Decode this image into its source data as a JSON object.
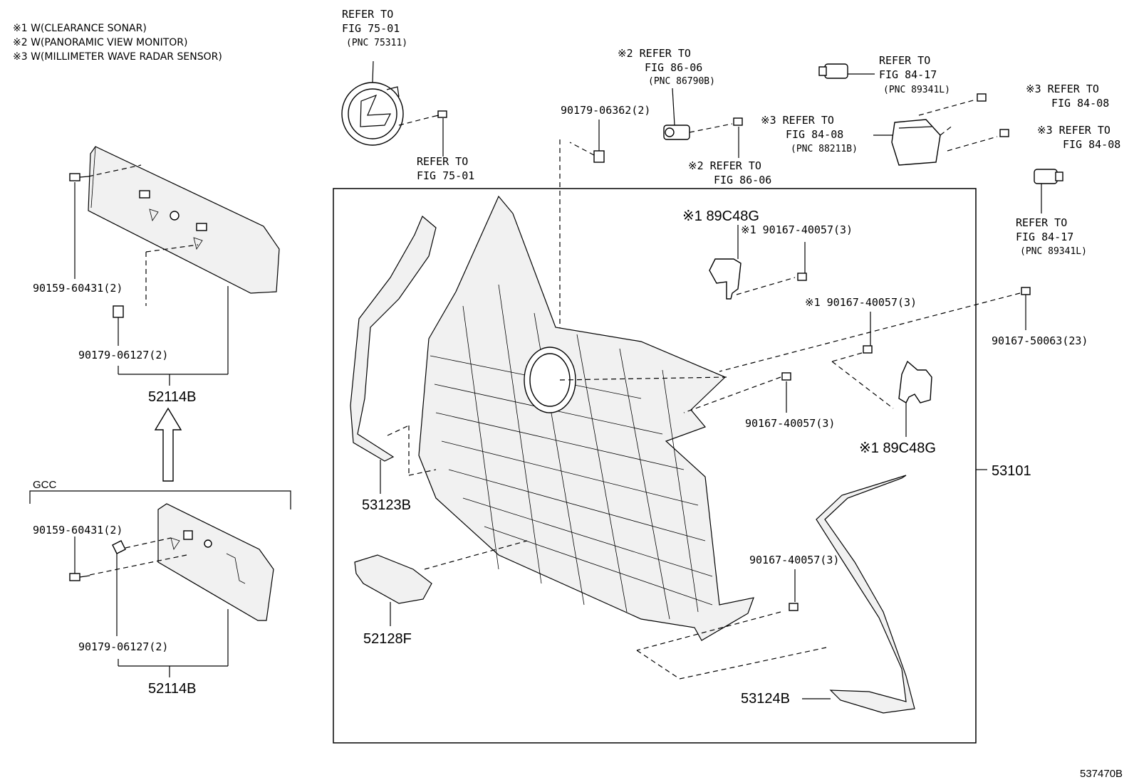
{
  "notes": [
    "※1  W(CLEARANCE SONAR)",
    "※2  W(PANORAMIC VIEW MONITOR)",
    "※3  W(MILLIMETER WAVE RADAR SENSOR)"
  ],
  "refs": {
    "emblem_top": [
      "REFER TO",
      "FIG 75-01",
      "(PNC 75311)"
    ],
    "emblem_bolt": [
      "REFER TO",
      "FIG 75-01"
    ],
    "camera_top": [
      "※2 REFER TO",
      "FIG 86-06",
      "(PNC 86790B)"
    ],
    "camera_bolt": [
      "※2 REFER TO",
      "FIG 86-06"
    ],
    "sonar_top": [
      "REFER TO",
      "FIG 84-17",
      "(PNC 89341L)"
    ],
    "radar": [
      "※3 REFER TO",
      "FIG 84-08",
      "(PNC 88211B)"
    ],
    "radar_bolt_top": [
      "※3 REFER TO",
      "FIG 84-08"
    ],
    "radar_bolt_bottom": [
      "※3 REFER TO",
      "FIG 84-08"
    ],
    "sonar_right": [
      "REFER TO",
      "FIG 84-17",
      "(PNC 89341L)"
    ]
  },
  "parts": {
    "nut_top": "90179-06362(2)",
    "bolt_left_upper": "90159-60431(2)",
    "nut_left_upper": "90179-06127(2)",
    "bracket_upper": "52114B",
    "gcc_label": "GCC",
    "bolt_left_lower": "90159-60431(2)",
    "nut_left_lower": "90179-06127(2)",
    "bracket_lower": "52114B",
    "sensor_bracket_top": "※1 89C48G",
    "screw_s1_top": "※1 90167-40057(3)",
    "screw_s1_mid": "※1 90167-40057(3)",
    "screw_right": "90167-50063(23)",
    "screw_mid": "90167-40057(3)",
    "sensor_bracket_mid": "※1 89C48G",
    "grille_assembly": "53101",
    "molding_left": "53123B",
    "screw_lower": "90167-40057(3)",
    "grille_lower": "52128F",
    "molding_right": "53124B"
  },
  "drawing_id": "537470B"
}
